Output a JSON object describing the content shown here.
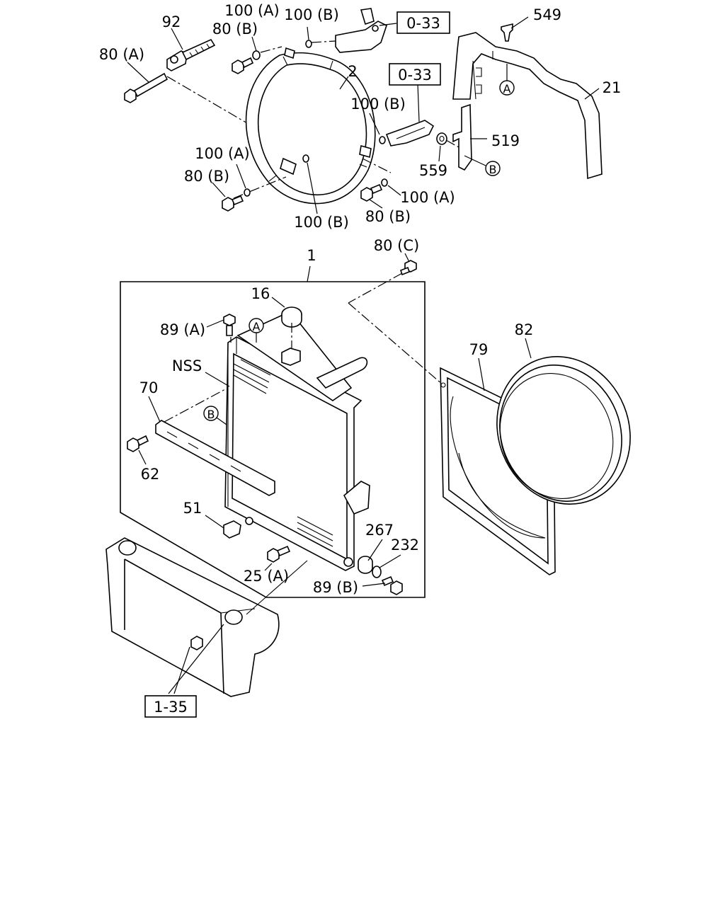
{
  "callouts": {
    "p92": "92",
    "p80a_top": "80 (A)",
    "p80b_top": "80 (B)",
    "p100a_top": "100 (A)",
    "p100b_top": "100 (B)",
    "ref033_top": "0-33",
    "p549": "549",
    "p2": "2",
    "ref033_mid": "0-33",
    "p100b_mid": "100 (B)",
    "p21": "21",
    "p519": "519",
    "p559": "559",
    "p100a_left": "100 (A)",
    "p80b_left": "80 (B)",
    "p100a_right": "100 (A)",
    "p80b_right": "80 (B)",
    "p100b_bottom": "100 (B)",
    "p80c": "80 (C)",
    "p1": "1",
    "p16": "16",
    "p89a": "89 (A)",
    "p82": "82",
    "p79": "79",
    "pnss": "NSS",
    "p70": "70",
    "p62": "62",
    "p51": "51",
    "p267": "267",
    "p232": "232",
    "p25a": "25 (A)",
    "p89b": "89 (B)",
    "ref135": "1-35"
  },
  "markers": {
    "a": "A",
    "b": "B"
  }
}
